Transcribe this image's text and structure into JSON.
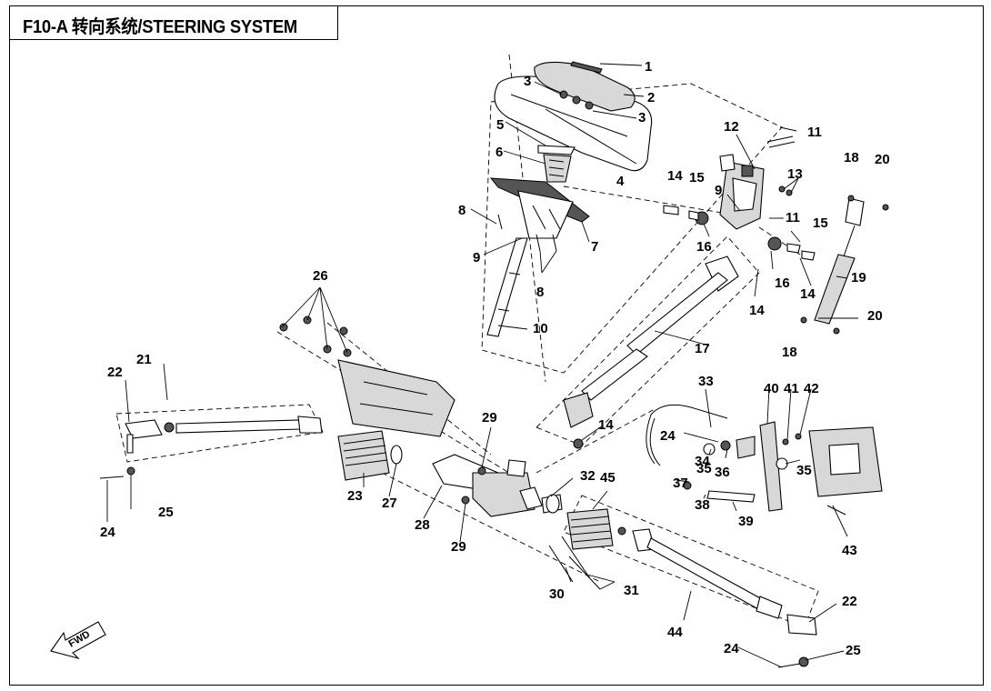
{
  "title": "F10-A 转向系统/STEERING SYSTEM",
  "fwd_label": "FWD",
  "callouts": [
    "1",
    "2",
    "3",
    "3",
    "4",
    "5",
    "6",
    "7",
    "8",
    "8",
    "9",
    "9",
    "10",
    "11",
    "11",
    "12",
    "13",
    "14",
    "14",
    "14",
    "14",
    "15",
    "15",
    "16",
    "16",
    "17",
    "18",
    "18",
    "19",
    "20",
    "20",
    "21",
    "22",
    "22",
    "23",
    "24",
    "24",
    "24",
    "25",
    "25",
    "26",
    "27",
    "28",
    "29",
    "29",
    "30",
    "31",
    "32",
    "33",
    "34",
    "35",
    "35",
    "36",
    "37",
    "38",
    "39",
    "40",
    "41",
    "42",
    "43",
    "44",
    "45"
  ]
}
